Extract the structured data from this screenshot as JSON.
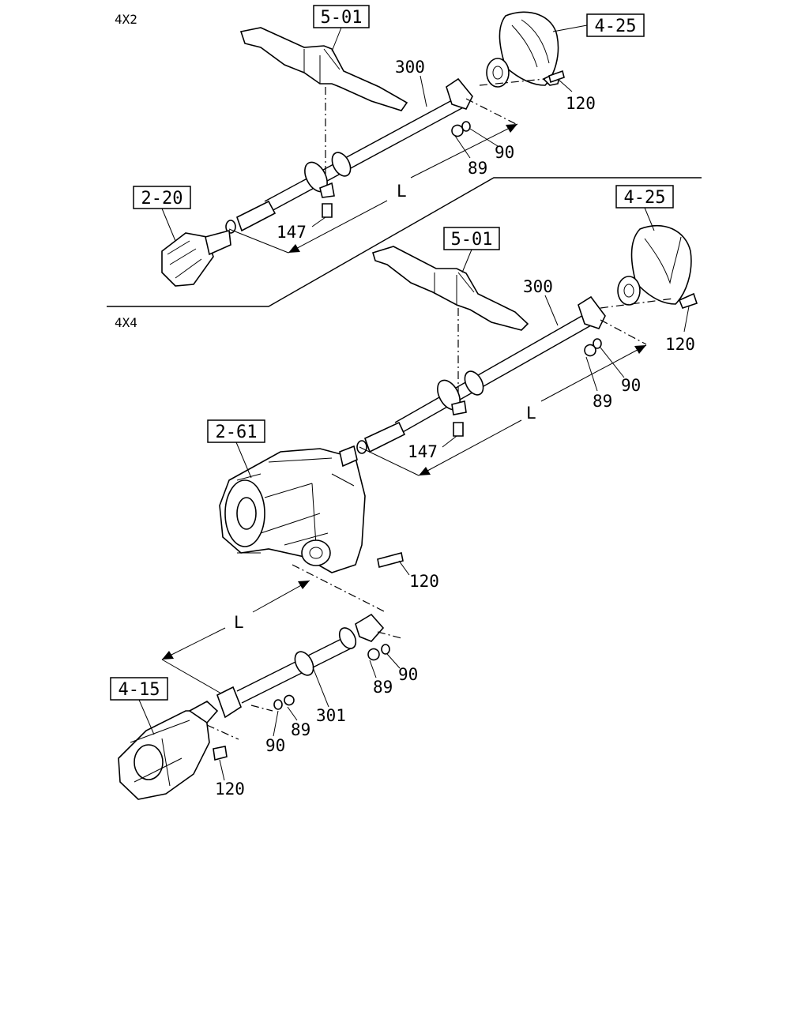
{
  "sections": {
    "two_wd": "4X2",
    "four_wd": "4X4"
  },
  "refs": {
    "top_crossmember": "5-01",
    "top_rear_axle": "4-25",
    "top_transmission": "2-20",
    "mid_rear_axle": "4-25",
    "mid_crossmember": "5-01",
    "transfer_case": "2-61",
    "front_axle": "4-15"
  },
  "labels": {
    "top_shaft": "300",
    "top_bolt_axle": "120",
    "top_washer": "90",
    "top_nut": "89",
    "top_length": "L",
    "top_bolt_bearing": "147",
    "mid_shaft": "300",
    "mid_bolt_axle": "120",
    "mid_washer": "90",
    "mid_nut": "89",
    "mid_length": "L",
    "mid_bolt_bearing": "147",
    "tc_bolt": "120",
    "front_length": "L",
    "front_nut_r": "89",
    "front_washer_r": "90",
    "front_shaft": "301",
    "front_nut_l": "89",
    "front_washer_l": "90",
    "front_bolt_axle": "120"
  }
}
